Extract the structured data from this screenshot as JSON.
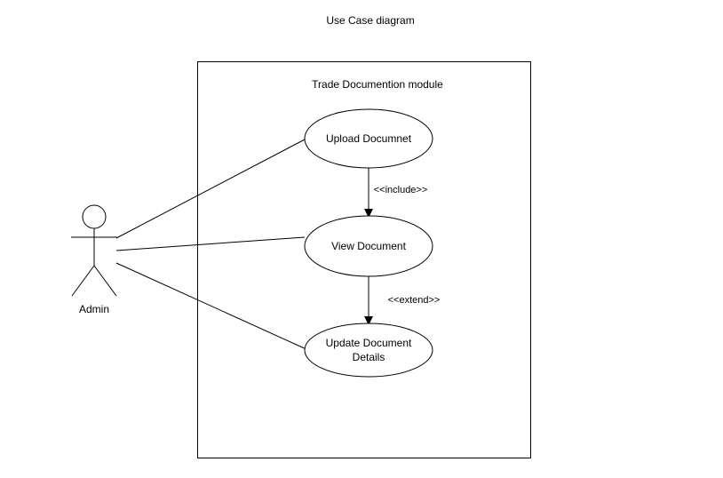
{
  "title": "Use Case diagram",
  "system_boundary": {
    "label": "Trade Documention module"
  },
  "actor": {
    "label": "Admin"
  },
  "use_cases": {
    "upload": {
      "label": "Upload Documnet"
    },
    "view": {
      "label": "View Document"
    },
    "update": {
      "line1": "Update Document",
      "line2": "Details"
    }
  },
  "relationships": {
    "include_label": "<<include>>",
    "extend_label": "<<extend>>"
  },
  "colors": {
    "stroke": "#000000",
    "background": "#ffffff"
  }
}
